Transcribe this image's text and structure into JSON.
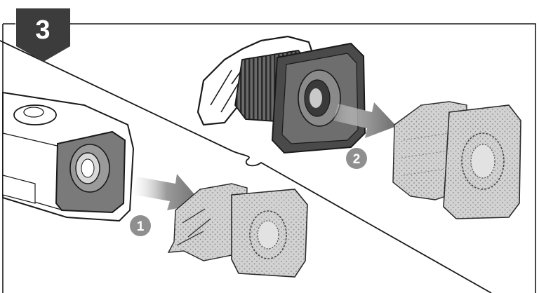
{
  "step": {
    "number": "3"
  },
  "callouts": [
    {
      "label": "1"
    },
    {
      "label": "2"
    }
  ],
  "colors": {
    "badge": "#3c3c3c",
    "callout": "#8f8f8f",
    "arrow": "#8a8a8a",
    "line": "#1a1a1a",
    "filter_fill": "#c9c9c9",
    "filter_body": "#4a4a4a"
  }
}
